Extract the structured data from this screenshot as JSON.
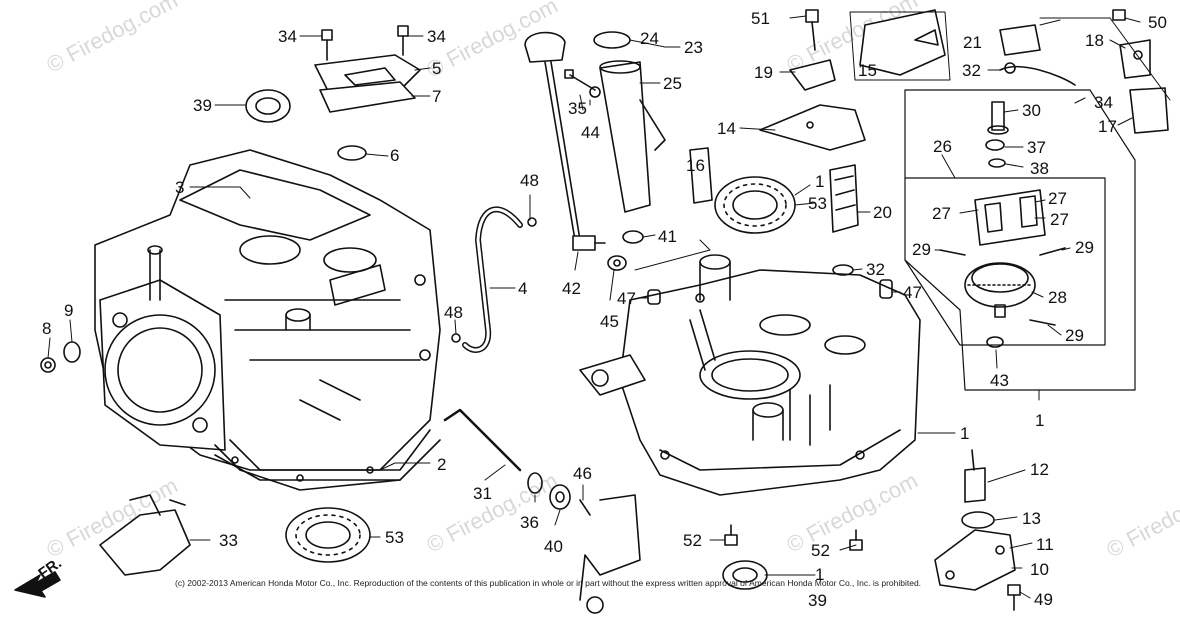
{
  "watermark_text": "© Firedog.com",
  "copyright_text": "(c) 2002-2013 American Honda Motor Co., Inc. Reproduction of the contents of this publication in whole or in part without the express written approval of American Honda Motor Co., Inc. is prohibited.",
  "direction_label": "FR.",
  "callouts": {
    "c1a": "1",
    "c1b": "1",
    "c1c": "1",
    "c1d": "1",
    "c2": "2",
    "c3": "3",
    "c4": "4",
    "c5": "5",
    "c6": "6",
    "c7": "7",
    "c8": "8",
    "c9": "9",
    "c10": "10",
    "c11": "11",
    "c12": "12",
    "c13": "13",
    "c14": "14",
    "c15": "15",
    "c16": "16",
    "c17": "17",
    "c18": "18",
    "c19": "19",
    "c20": "20",
    "c21": "21",
    "c23": "23",
    "c24": "24",
    "c25": "25",
    "c26": "26",
    "c27a": "27",
    "c27b": "27",
    "c27c": "27",
    "c28": "28",
    "c29a": "29",
    "c29b": "29",
    "c29c": "29",
    "c30": "30",
    "c31": "31",
    "c32a": "32",
    "c32b": "32",
    "c33": "33",
    "c34a": "34",
    "c34b": "34",
    "c34c": "34",
    "c35": "35",
    "c36": "36",
    "c37": "37",
    "c38": "38",
    "c39a": "39",
    "c39b": "39",
    "c40": "40",
    "c41": "41",
    "c42": "42",
    "c43": "43",
    "c44": "44",
    "c45": "45",
    "c46": "46",
    "c47a": "47",
    "c47b": "47",
    "c48a": "48",
    "c48b": "48",
    "c49": "49",
    "c50": "50",
    "c51": "51",
    "c52a": "52",
    "c52b": "52",
    "c53a": "53",
    "c53b": "53"
  }
}
